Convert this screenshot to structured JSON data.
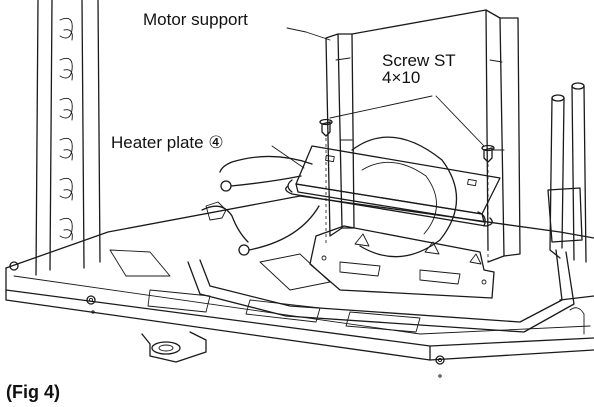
{
  "labels": {
    "motor_support": "Motor support",
    "screw_line1": "Screw ST",
    "screw_line2": "4×10",
    "heater_plate": "Heater plate ④",
    "figure_caption": "(Fig 4)"
  },
  "colors": {
    "line": "#1a1a1a",
    "background": "#ffffff"
  }
}
